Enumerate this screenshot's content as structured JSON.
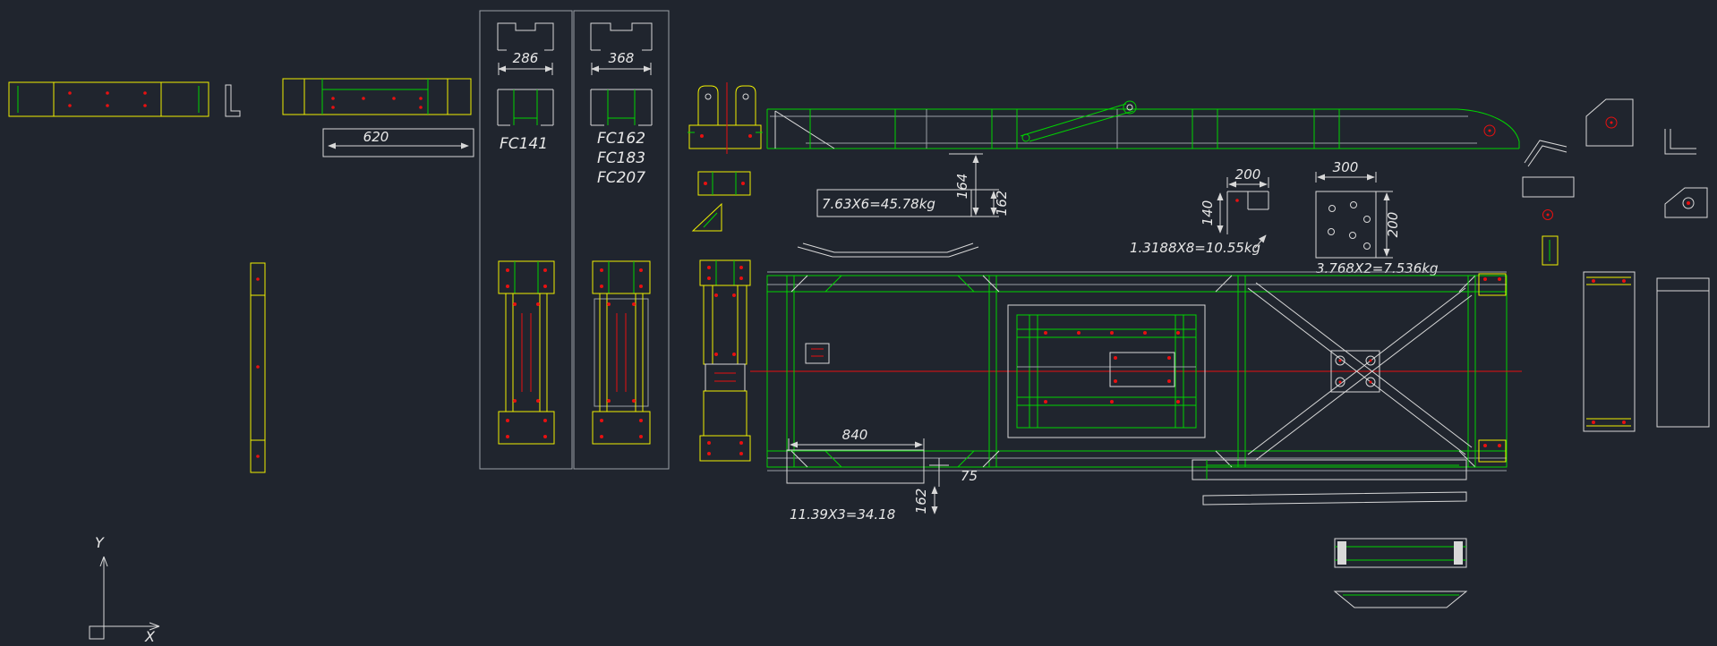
{
  "canvas": {
    "background": "#20252e"
  },
  "colors": {
    "green": "#00d400",
    "yellow": "#f0f000",
    "red": "#e81010",
    "white": "#d8d8d8"
  },
  "labels": {
    "dim_620": "620",
    "dim_286": "286",
    "dim_368": "368",
    "fc141": "FC141",
    "fc162": "FC162",
    "fc183": "FC183",
    "fc207": "FC207",
    "weight_plate_top": "7.63X6=45.78kg",
    "dim_164": "164",
    "dim_162_top": "162",
    "dim_200_a": "200",
    "dim_140": "140",
    "weight_small_plate": "1.3188X8=10.55kg",
    "dim_300": "300",
    "dim_200_b": "200",
    "weight_hole_plate": "3.768X2=7.536kg",
    "dim_840": "840",
    "dim_75": "75",
    "dim_162_bottom": "162",
    "weight_bottom_plate": "11.39X3=34.18",
    "ucs_y": "Y",
    "ucs_x": "X"
  }
}
